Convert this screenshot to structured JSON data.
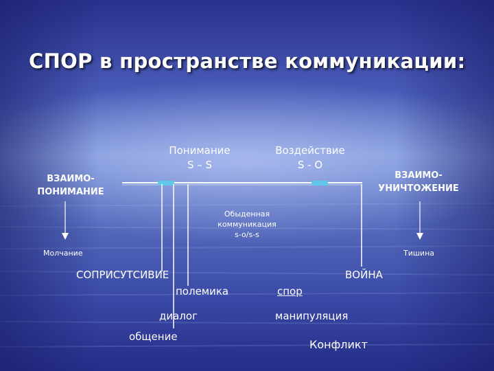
{
  "title": "СПОР в пространстве коммуникации:",
  "scale": {
    "left_label": [
      "ВЗАИМО-",
      "ПОНИМАНИЕ"
    ],
    "right_label": [
      "ВЗАИМО-",
      "УНИЧТОЖЕНИЕ"
    ],
    "understanding": [
      "Понимание",
      "S – S"
    ],
    "influence": [
      "Воздействие",
      "S - O"
    ],
    "everyday": [
      "Обыденная",
      "коммуникация",
      "s-o/s-s"
    ],
    "left_end": "Молчание",
    "right_end": "Тишина"
  },
  "forms": {
    "coexistence": "СОПРИСУТСИВИЕ",
    "war": "ВОЙНА",
    "polemic": "полемика",
    "dispute": "спор",
    "dialogue": "диалог",
    "manipulation": "манипуляция",
    "communication": "общение",
    "conflict": "Конфликт"
  },
  "colors": {
    "line": "#ffffff",
    "marker": "#5fc8e8"
  }
}
